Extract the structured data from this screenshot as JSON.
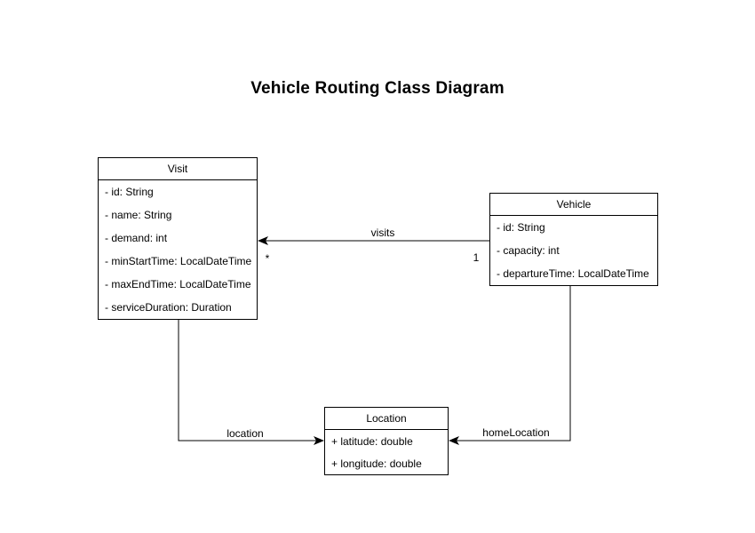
{
  "title": "Vehicle Routing Class Diagram",
  "diagram": {
    "classes": [
      {
        "name": "Visit",
        "attributes": [
          "- id: String",
          "- name: String",
          "- demand: int",
          "- minStartTime: LocalDateTime",
          "- maxEndTime: LocalDateTime",
          "- serviceDuration: Duration"
        ]
      },
      {
        "name": "Vehicle",
        "attributes": [
          "- id: String",
          "- capacity: int",
          "- departureTime: LocalDateTime"
        ]
      },
      {
        "name": "Location",
        "attributes": [
          "+ latitude: double",
          "+ longitude: double"
        ]
      }
    ],
    "relationships": [
      {
        "label": "visits",
        "source": "Vehicle",
        "target": "Visit",
        "source_multiplicity": "1",
        "target_multiplicity": "*"
      },
      {
        "label": "location",
        "source": "Visit",
        "target": "Location"
      },
      {
        "label": "homeLocation",
        "source": "Vehicle",
        "target": "Location"
      }
    ]
  },
  "colors": {
    "background": "#ffffff",
    "line": "#000000",
    "box_fill": "#ffffff",
    "box_border": "#000000",
    "text": "#000000"
  }
}
